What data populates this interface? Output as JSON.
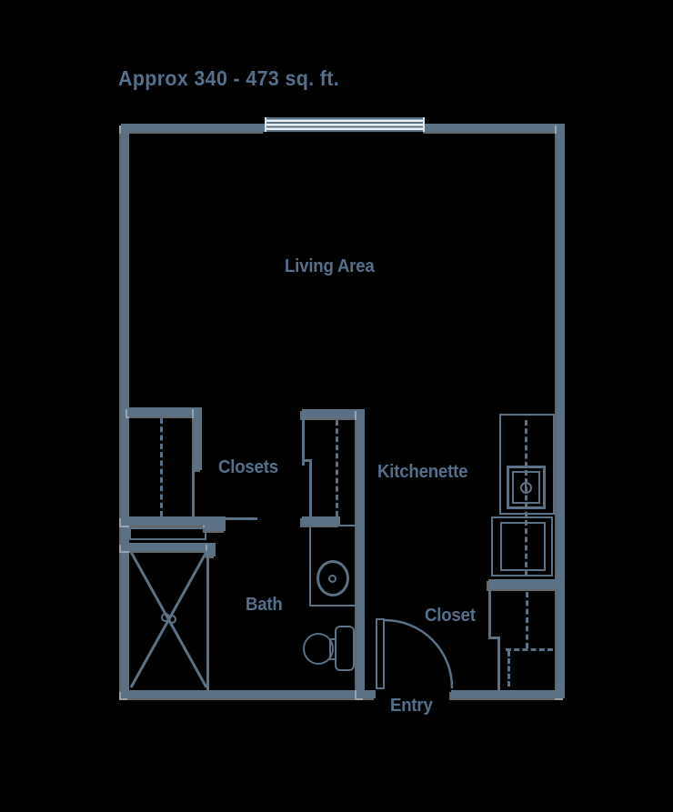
{
  "title": "Approx 340 - 473 sq. ft.",
  "rooms": {
    "living_area": "Living Area",
    "closets": "Closets",
    "kitchenette": "Kitchenette",
    "bath": "Bath",
    "closet": "Closet",
    "entry": "Entry"
  },
  "colors": {
    "wall": "#5a7186",
    "label": "#54708c",
    "background": "#000000",
    "window_fill": "#e9eef3",
    "highlight": "#dbe4ec"
  }
}
